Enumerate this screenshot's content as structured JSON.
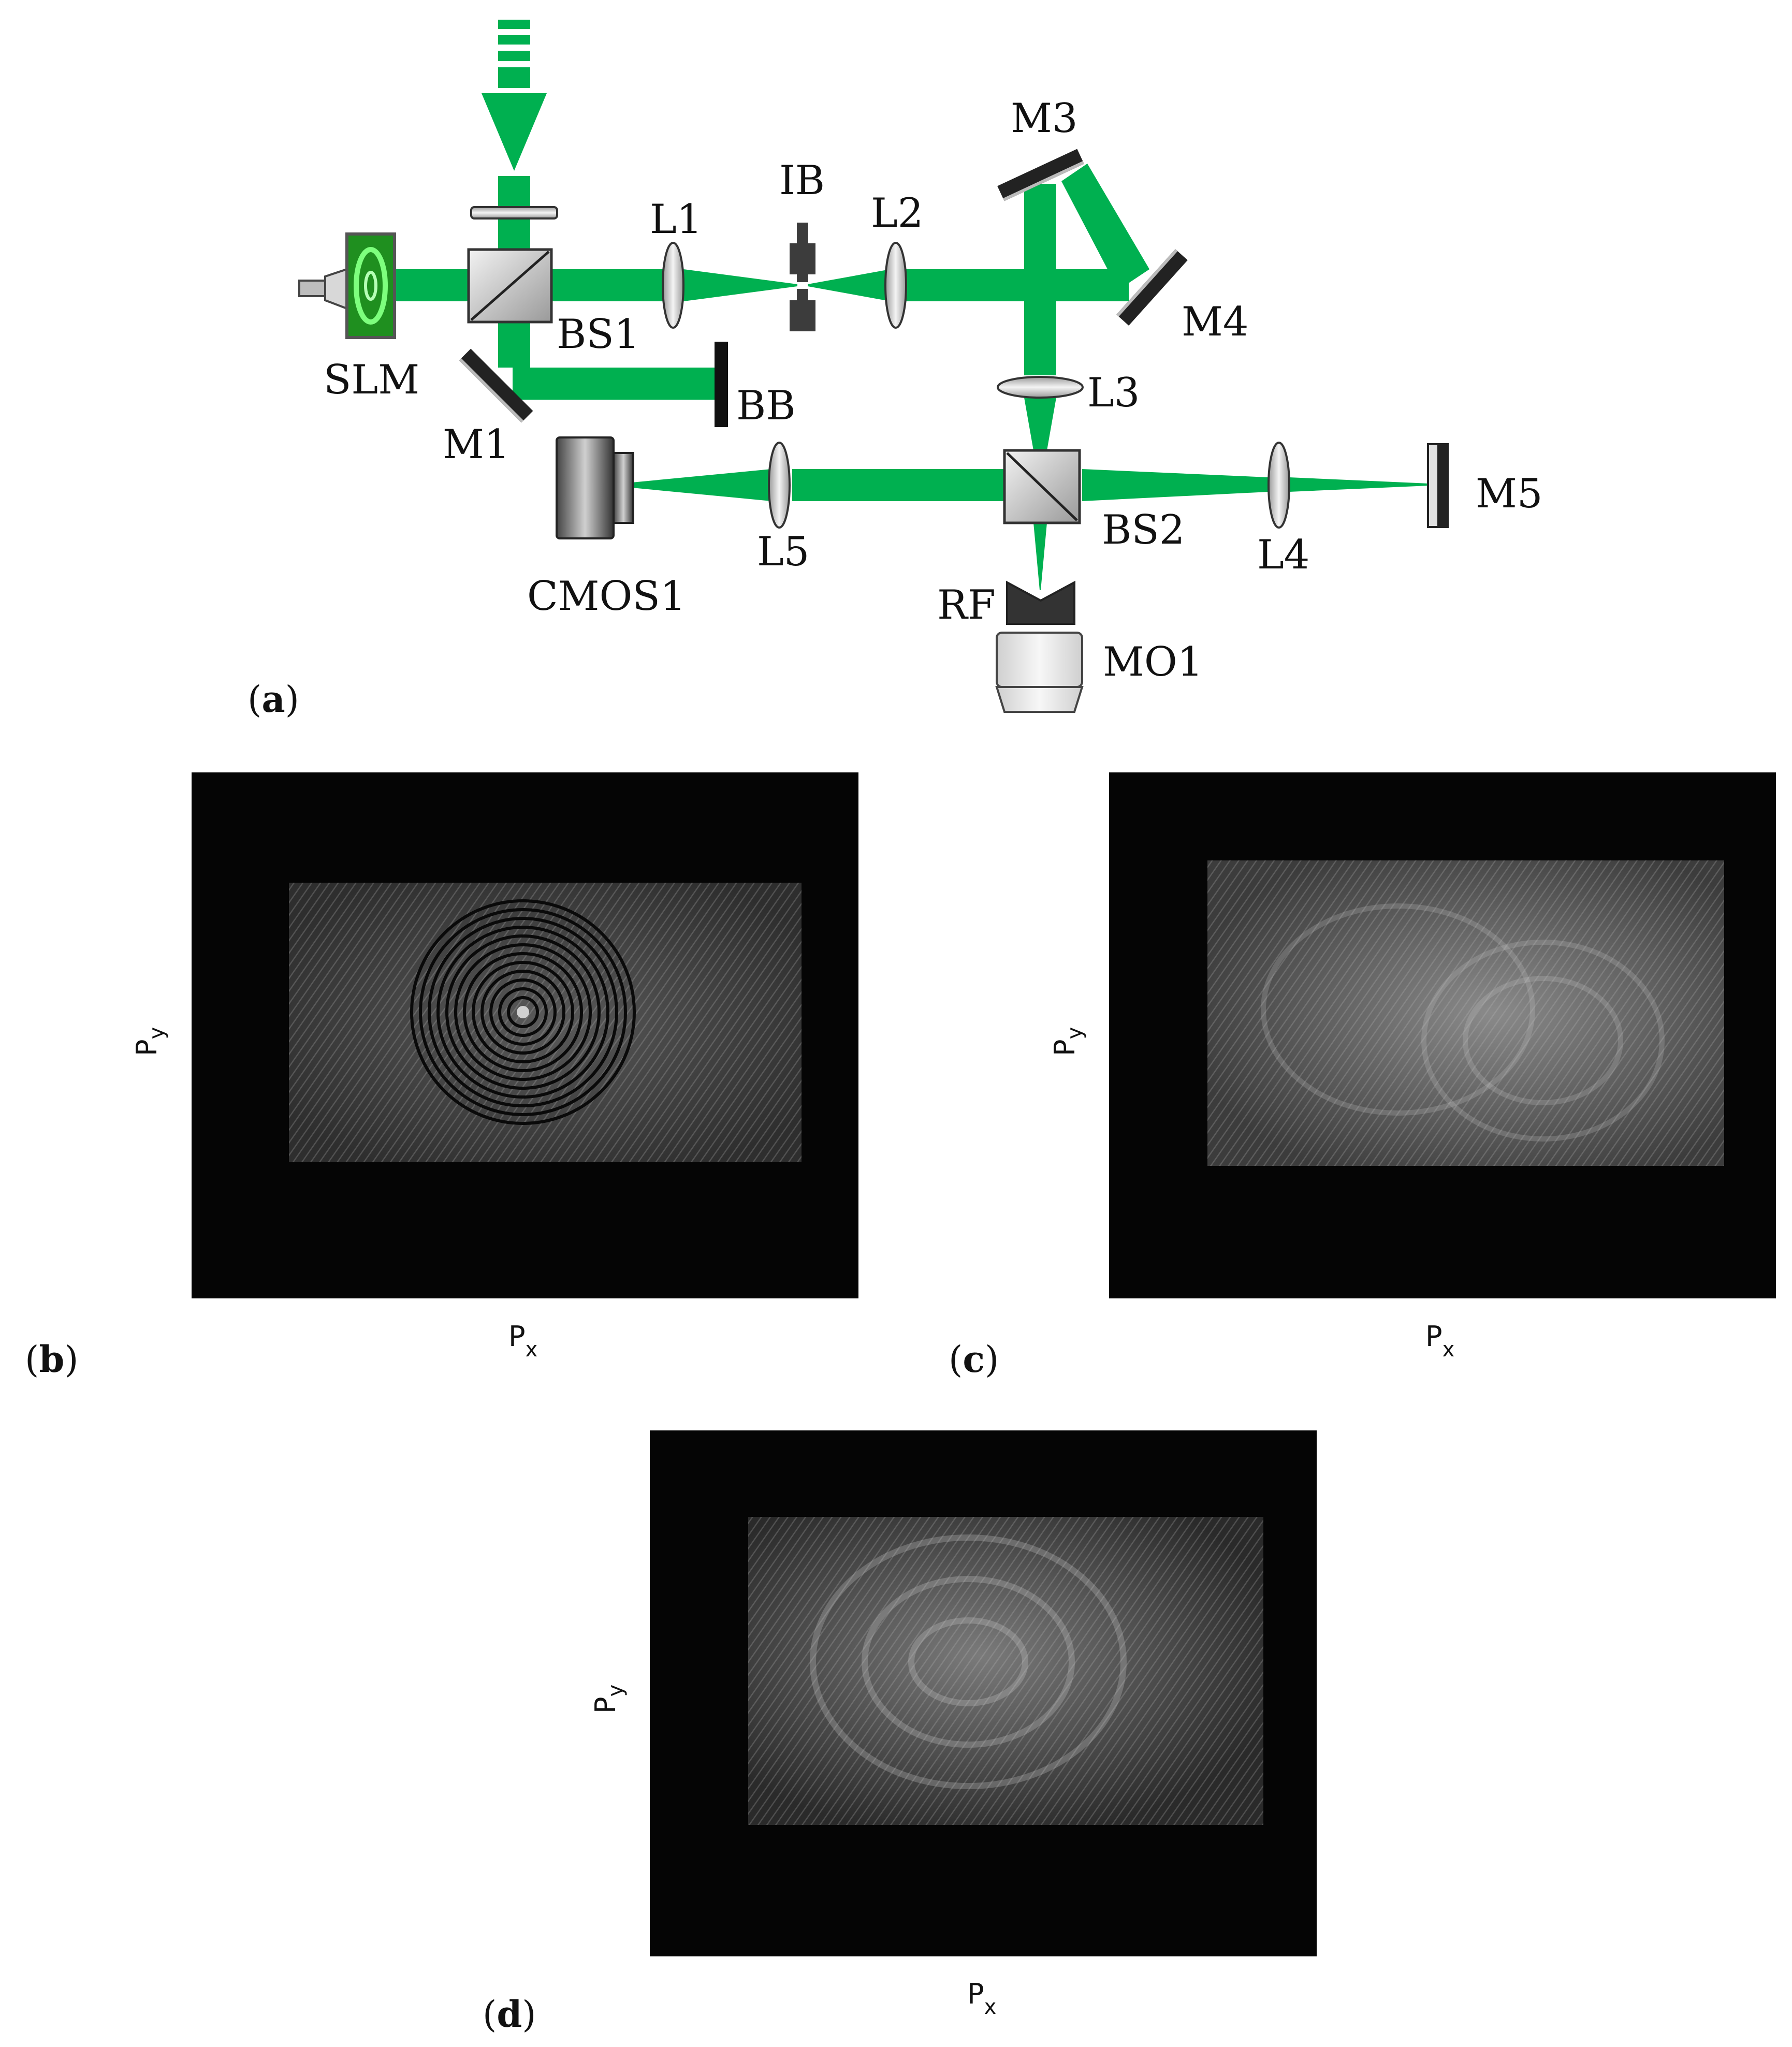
{
  "diagram": {
    "labels": {
      "m3": "M3",
      "ib": "IB",
      "l1": "L1",
      "l2": "L2",
      "bs1": "BS1",
      "m4": "M4",
      "slm": "SLM",
      "l3": "L3",
      "bb": "BB",
      "m1": "M1",
      "m5": "M5",
      "bs2": "BS2",
      "l5": "L5",
      "l4": "L4",
      "cmos1": "CMOS1",
      "rf": "RF",
      "mo1": "MO1"
    },
    "colors": {
      "beam": "#00b050",
      "mirror": "#222222",
      "lens": "#e6e6e6",
      "slm_screen": "#1f8f1f"
    }
  },
  "panels": {
    "a": {
      "label_open": "(",
      "label_letter": "a",
      "label_close": ")"
    },
    "b": {
      "label_open": "(",
      "label_letter": "b",
      "label_close": ")",
      "xlabel_main": "P",
      "xlabel_sub": "x",
      "ylabel_main": "P",
      "ylabel_sub": "y"
    },
    "c": {
      "label_open": "(",
      "label_letter": "c",
      "label_close": ")",
      "xlabel_main": "P",
      "xlabel_sub": "x",
      "ylabel_main": "P",
      "ylabel_sub": "y"
    },
    "d": {
      "label_open": "(",
      "label_letter": "d",
      "label_close": ")",
      "xlabel_main": "P",
      "xlabel_sub": "x",
      "ylabel_main": "P",
      "ylabel_sub": "y"
    }
  }
}
